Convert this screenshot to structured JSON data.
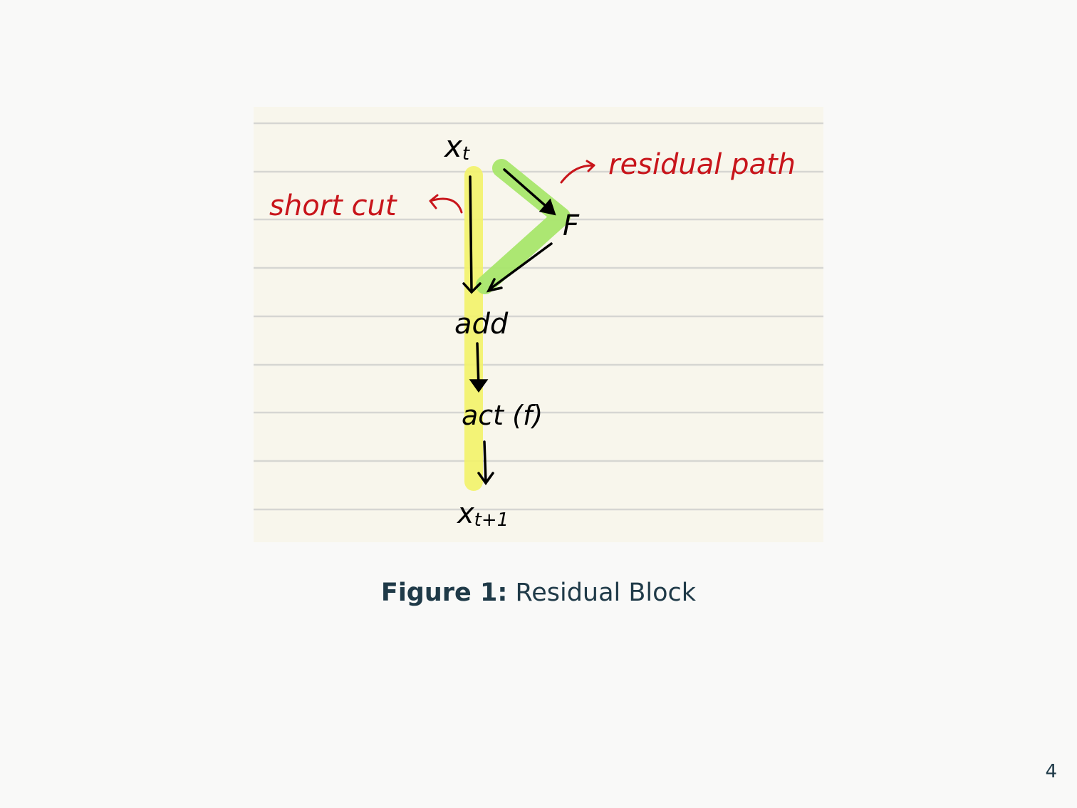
{
  "figure": {
    "nodes": {
      "input": "x",
      "input_sub": "t",
      "residual_function": "F",
      "add": "add",
      "activation": "act (f)",
      "output": "x",
      "output_sub": "t+1"
    },
    "annotations": {
      "shortcut": "short cut",
      "residual": "residual path"
    },
    "colors": {
      "paper": "#f8f6ec",
      "ruled_line": "#d6d6d2",
      "shortcut_highlight": "#f3f36a",
      "residual_highlight": "#a8e66b",
      "ink": "#000000",
      "annotation_ink": "#c8151b"
    }
  },
  "caption": {
    "label": "Figure 1:",
    "text": "Residual Block"
  },
  "page_number": "4"
}
